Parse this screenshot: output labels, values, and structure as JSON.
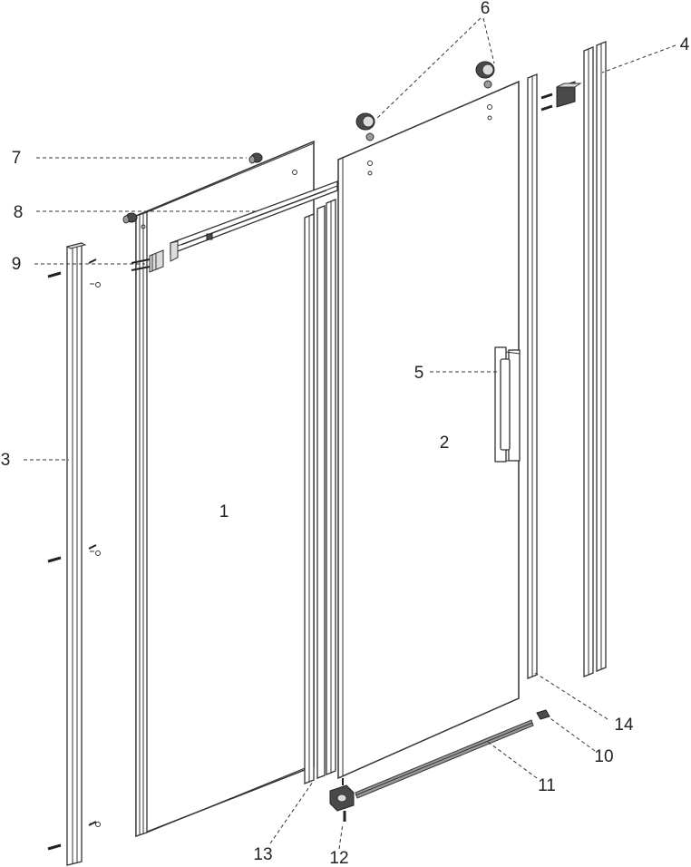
{
  "diagram": {
    "parts": [
      {
        "id": "p1",
        "label": "1"
      },
      {
        "id": "p2",
        "label": "2"
      },
      {
        "id": "p3",
        "label": "3"
      },
      {
        "id": "p4",
        "label": "4"
      },
      {
        "id": "p5",
        "label": "5"
      },
      {
        "id": "p6",
        "label": "6"
      },
      {
        "id": "p7",
        "label": "7"
      },
      {
        "id": "p8",
        "label": "8"
      },
      {
        "id": "p9",
        "label": "9"
      },
      {
        "id": "p10",
        "label": "10"
      },
      {
        "id": "p11",
        "label": "11"
      },
      {
        "id": "p12",
        "label": "12"
      },
      {
        "id": "p13",
        "label": "13"
      },
      {
        "id": "p14",
        "label": "14"
      }
    ]
  }
}
